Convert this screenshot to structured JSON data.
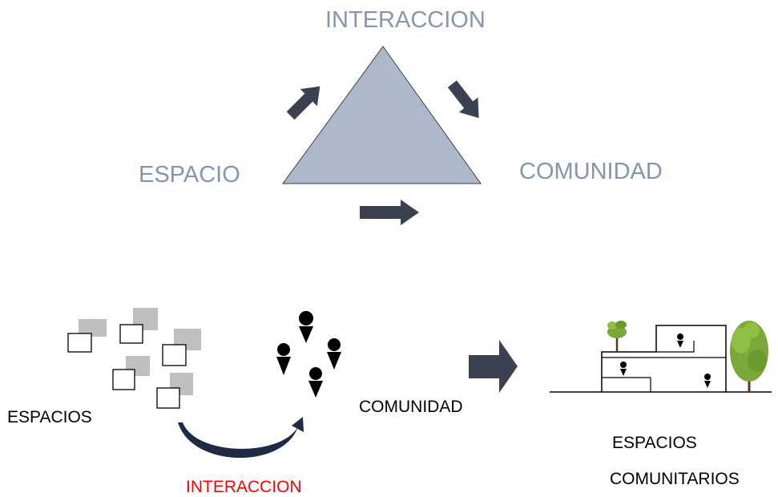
{
  "triangle_diagram": {
    "top_label": "INTERACCION",
    "left_label": "ESPACIO",
    "right_label": "COMUNIDAD"
  },
  "process_diagram": {
    "spaces_label": "ESPACIOS",
    "community_label": "COMUNIDAD",
    "interaction_label": "INTERACCION",
    "result_label_line1": "ESPACIOS",
    "result_label_line2": "COMUNITARIOS"
  },
  "colors": {
    "triangle_fill": "#adb9ca",
    "label_gray_blue": "#8496b0",
    "arrow_dark": "#3b4150",
    "interaction_red": "#ff0000",
    "tree_green": "#7aa83a",
    "square_gray": "#bfbfbf"
  }
}
